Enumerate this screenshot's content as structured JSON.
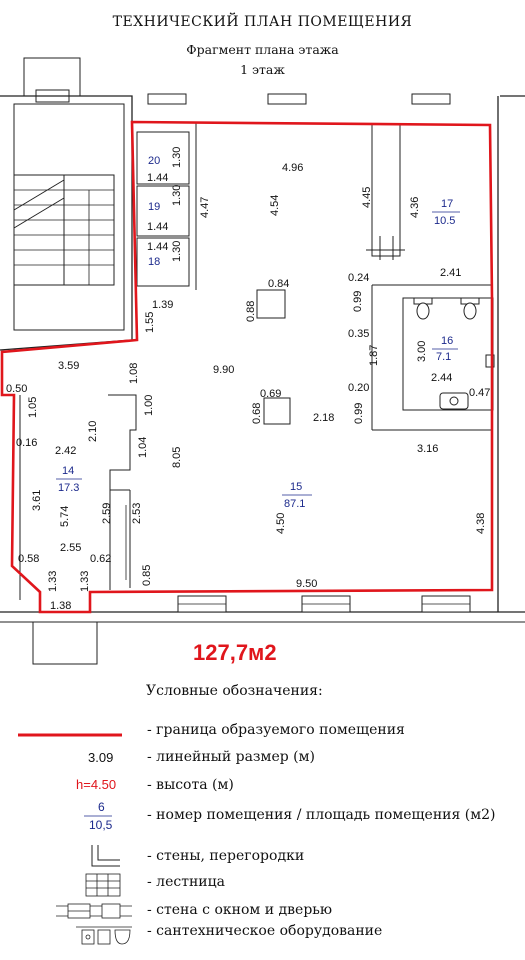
{
  "header": {
    "title": "ТЕХНИЧЕСКИЙ ПЛАН ПОМЕЩЕНИЯ",
    "subtitle": "Фрагмент плана этажа",
    "floor": "1 этаж"
  },
  "colors": {
    "boundary": "#e0161c",
    "room_label": "#1c2a8c",
    "walls": "#222222"
  },
  "rooms": {
    "r14": {
      "num": "14",
      "area": "17.3"
    },
    "r15": {
      "num": "15",
      "area": "87.1"
    },
    "r16": {
      "num": "16",
      "area": "7.1"
    },
    "r17": {
      "num": "17",
      "area": "10.5"
    },
    "r18": {
      "num": "18"
    },
    "r19": {
      "num": "19"
    },
    "r20": {
      "num": "20"
    }
  },
  "dims": {
    "d496": "4.96",
    "d447": "4.47",
    "d454": "4.54",
    "d445": "4.45",
    "d436": "4.36",
    "d241": "2.41",
    "d024a": "0.24",
    "d130a": "1.30",
    "d144a": "1.44",
    "d130b": "1.30",
    "d144b": "1.44",
    "d144c": "1.44",
    "d130c": "1.30",
    "d139": "1.39",
    "d155": "1.55",
    "d084": "0.84",
    "d088": "0.88",
    "d099a": "0.99",
    "d035": "0.35",
    "d187": "1.87",
    "d300": "3.00",
    "d244": "2.44",
    "d020": "0.20",
    "d047": "0.47",
    "d359": "3.59",
    "d990": "9.90",
    "d108": "1.08",
    "d069": "0.69",
    "d068": "0.68",
    "d218": "2.18",
    "d099b": "0.99",
    "d050": "0.50",
    "d105": "1.05",
    "d016": "0.16",
    "d242": "2.42",
    "d210": "2.10",
    "d100": "1.00",
    "d104": "1.04",
    "d805": "8.05",
    "d316": "3.16",
    "d361": "3.61",
    "d574": "5.74",
    "d259": "2.59",
    "d253": "2.53",
    "d450": "4.50",
    "d438": "4.38",
    "d058": "0.58",
    "d255": "2.55",
    "d062": "0.62",
    "d133a": "1.33",
    "d133b": "1.33",
    "d085": "0.85",
    "d950": "9.50",
    "d138": "1.38"
  },
  "total_area": "127,7м2",
  "legend": {
    "title": "Условные обозначения:",
    "boundary": "- граница  образуемого помещения",
    "sample_dim": "3.09",
    "dim": "- линейный размер (м)",
    "sample_height": "h=4.50",
    "height": "- высота (м)",
    "sample_room_num": "6",
    "sample_room_area": "10,5",
    "room": "- номер помещения / площадь помещения (м2)",
    "walls": "- стены, перегородки",
    "stairs": "- лестница",
    "window": "- стена с окном и дверью",
    "sanitary": "- сантехническое оборудование"
  }
}
